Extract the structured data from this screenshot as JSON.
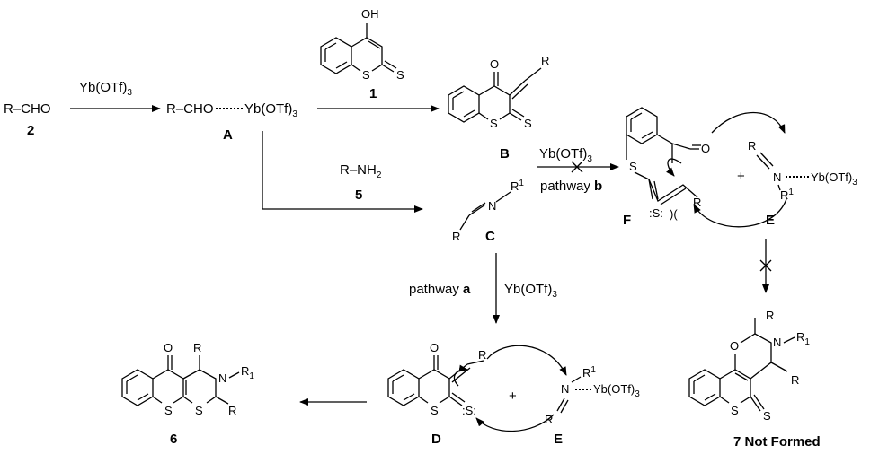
{
  "reagents": {
    "catalyst": "Yb(OTf)3",
    "amine": "R–NH2",
    "amine_number": "5",
    "compound1_number": "1",
    "aldehyde": "R–CHO",
    "aldehyde_number": "2",
    "complex_A": "R–CHO···Yb(OTf)3"
  },
  "labels": {
    "A": "A",
    "B": "B",
    "C": "C",
    "D": "D",
    "E1": "E",
    "E2": "E",
    "F": "F",
    "product6": "6",
    "product7": "7  Not Formed"
  },
  "pathways": {
    "a_word": "pathway",
    "a_letter": "a",
    "b_word": "pathway",
    "b_letter": "b"
  },
  "atoms": {
    "OH": "OH",
    "O": "O",
    "S": "S",
    "N": "N",
    "R": "R",
    "R1": "R",
    "one": "1",
    "plus": "+",
    "yb": "Yb(OTf)",
    "three": "3"
  }
}
